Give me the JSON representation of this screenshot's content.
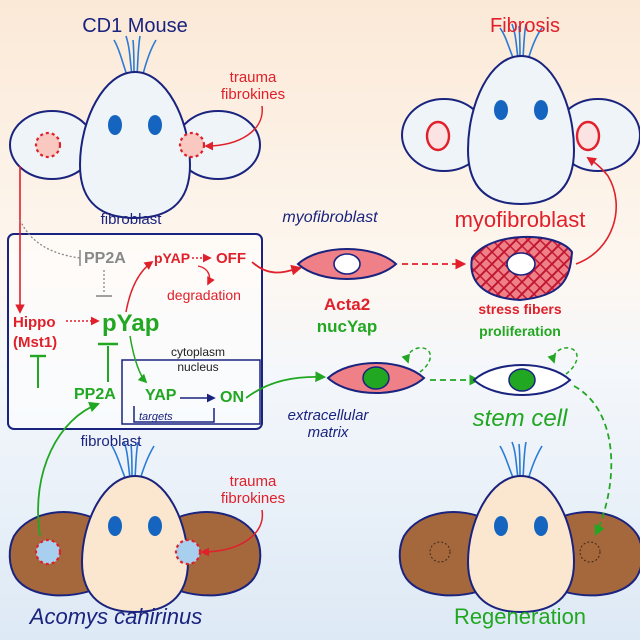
{
  "panels": {
    "top_left": "CD1 Mouse",
    "top_right": "Fibrosis",
    "bottom_left": "Acomys cahirinus",
    "bottom_right": "Regeneration"
  },
  "trauma_label": {
    "line1": "trauma",
    "line2": "fibrokines"
  },
  "cell_box": {
    "top_label": "fibroblast",
    "bottom_label": "fibroblast",
    "hippo": "Hippo",
    "mst1": "(Mst1)",
    "pp2a_top": "PP2A",
    "pp2a_bottom": "PP2A",
    "pyap_main": "pYap",
    "pyap_small": "pYAP",
    "off": "OFF",
    "degradation": "degradation",
    "cytoplasm": "cytoplasm",
    "nucleus": "nucleus",
    "yap": "YAP",
    "on": "ON",
    "targets": "targets"
  },
  "middle": {
    "myofibroblast_small": "myofibroblast",
    "myofibroblast_big": "myofibroblast",
    "acta2": "Acta2",
    "nucyap": "nucYap",
    "stress_fibers": "stress fibers",
    "proliferation": "proliferation",
    "ecm_line1": "extracellular",
    "ecm_line2": "matrix",
    "stem_cell": "stem cell"
  },
  "colors": {
    "red": "#e0202a",
    "green": "#22a722",
    "navy": "#1a237e",
    "ear_fibro": "#f9c8c0",
    "ear_acomys": "#a5683d",
    "cell_pink": "#ef8088",
    "tissue": "#d63a4e",
    "head": "#eef4f8",
    "head_acomys": "#fbe6cf"
  }
}
